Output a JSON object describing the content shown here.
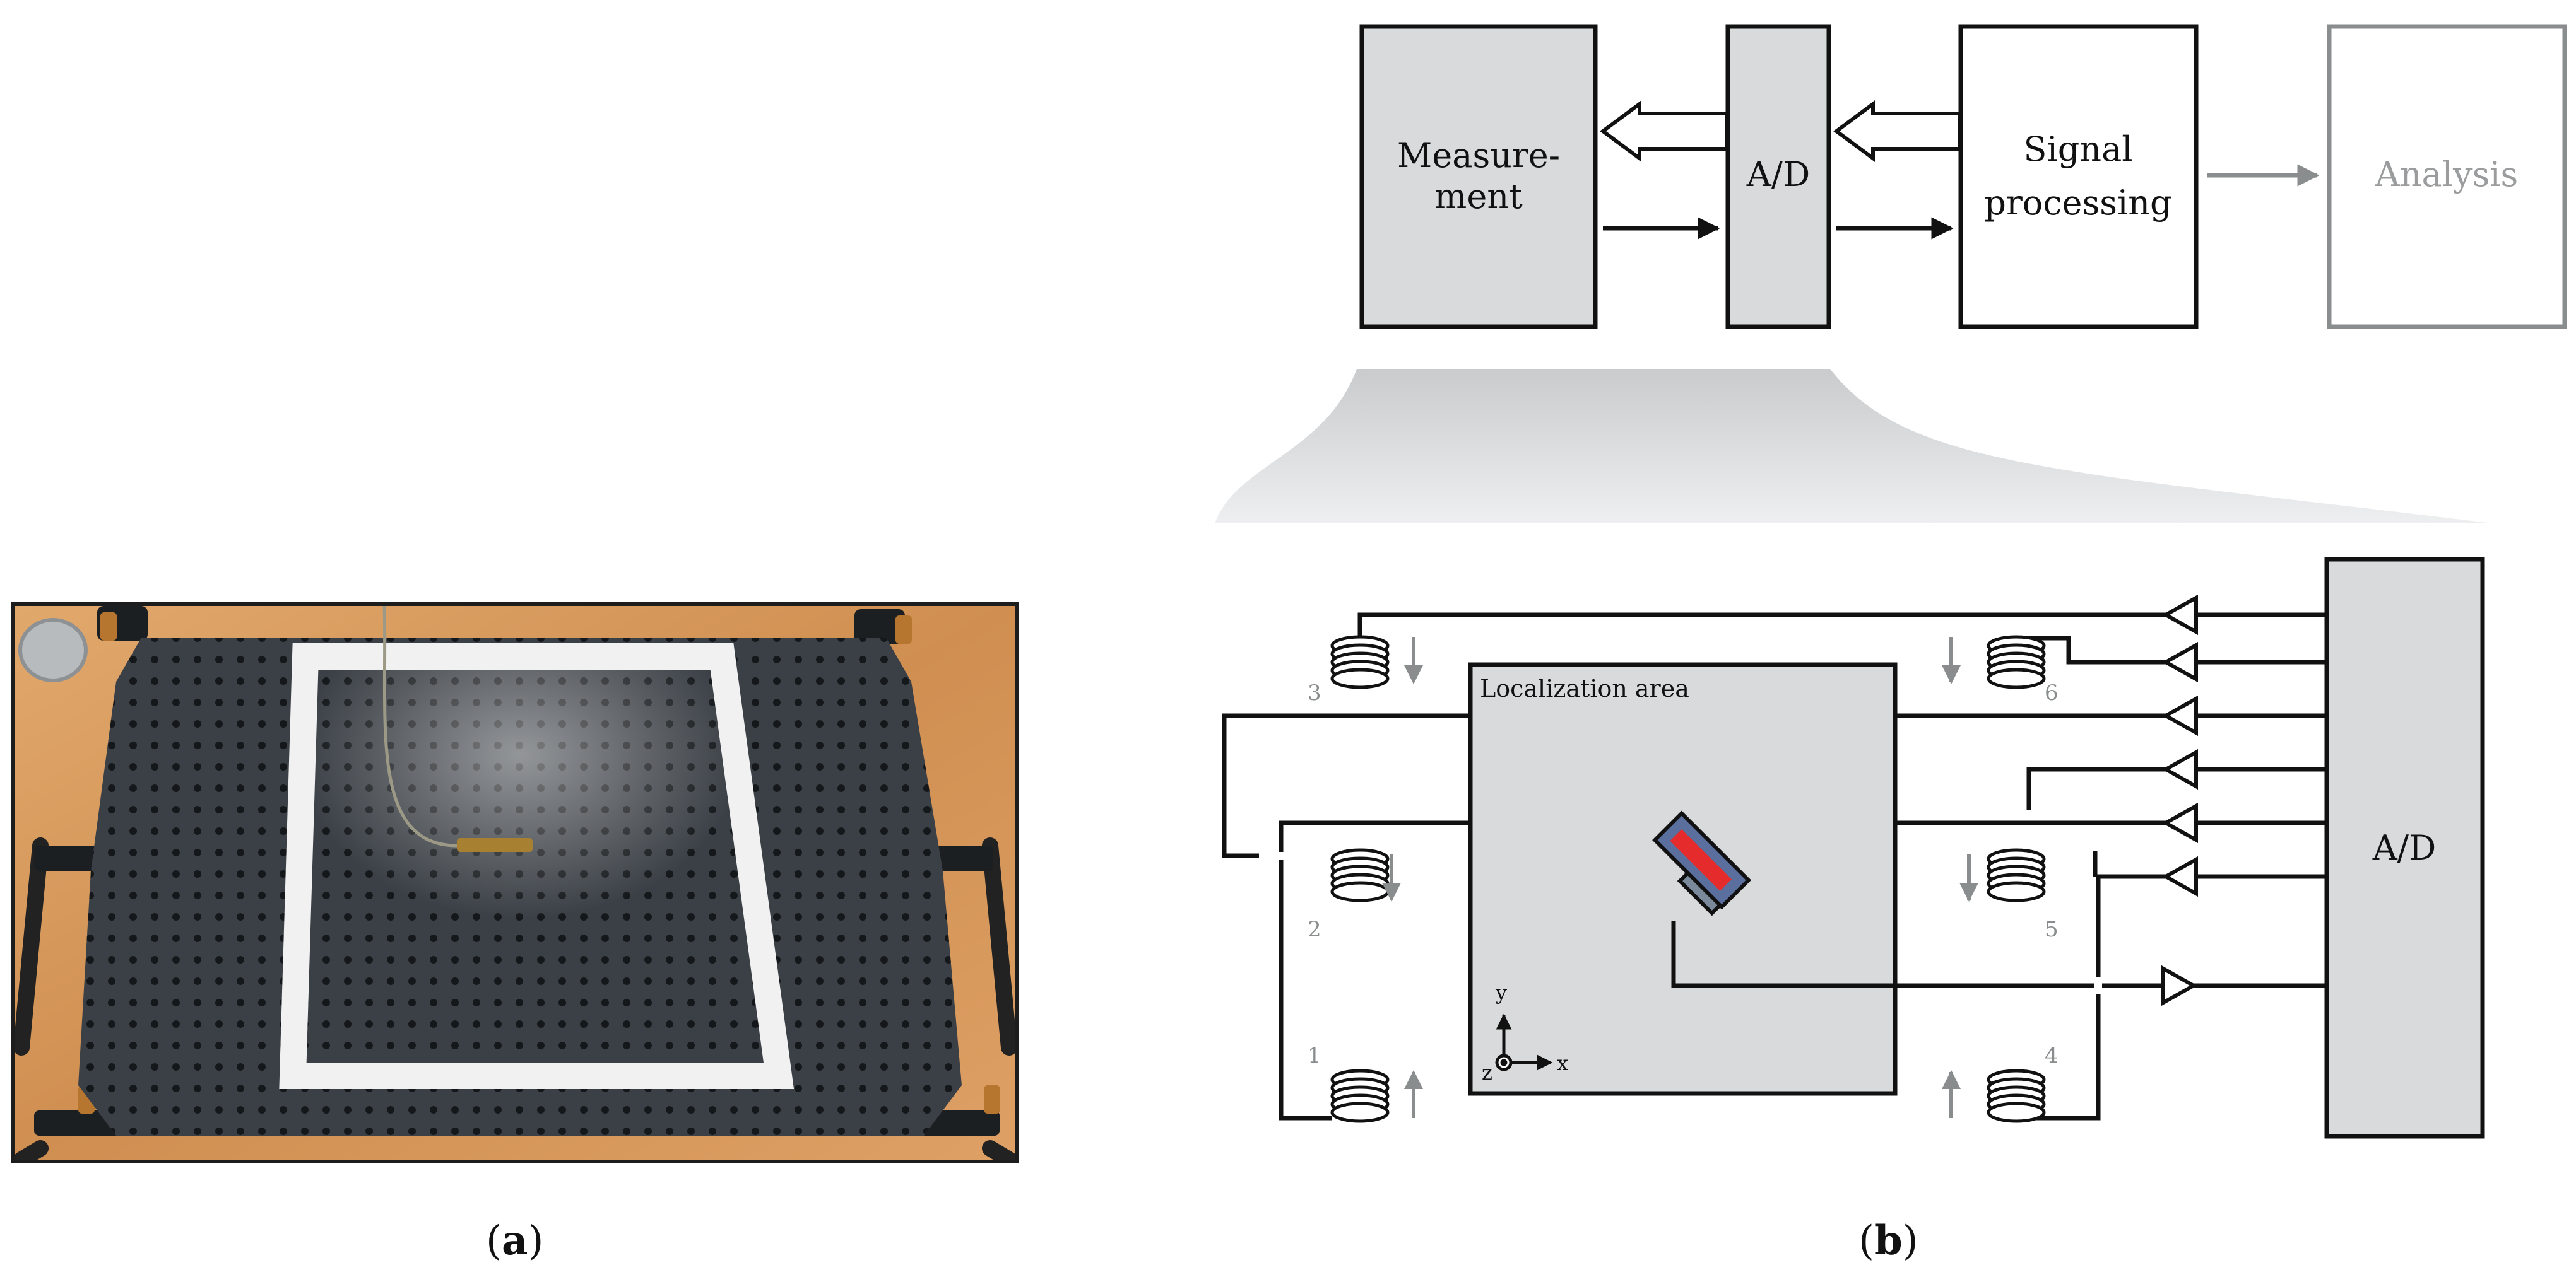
{
  "captions": {
    "a_letter": "a",
    "b_letter": "b"
  },
  "block_diagram": {
    "measurement": "Measure-",
    "measurement_2": "ment",
    "ad_top": "A/D",
    "signal": "Signal",
    "signal_2": "processing",
    "analysis": "Analysis"
  },
  "setup": {
    "area_label": "Localization area",
    "ad_right": "A/D",
    "coil_labels": [
      "1",
      "2",
      "3",
      "4",
      "5",
      "6"
    ],
    "axis_x": "x",
    "axis_y": "y",
    "axis_z": "z"
  },
  "colors": {
    "block_fill": "#d9dadc",
    "stroke": "#111111",
    "gray_stroke": "#8a8d8e",
    "analysis_text": "#9a9c9d",
    "table_dark": "#3a3f44",
    "wood": "#d79a5e",
    "tape": "#f2f2f2"
  }
}
